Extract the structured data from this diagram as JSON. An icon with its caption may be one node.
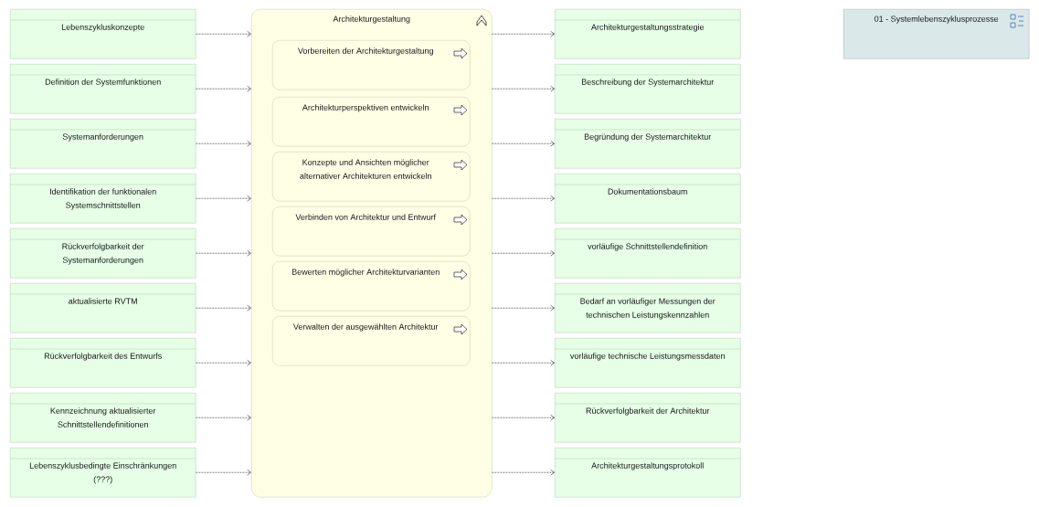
{
  "diagram": {
    "nodes": [
      {
        "text": [
          "Lebenszykluskonzepte"
        ]
      },
      {
        "text": [
          "Definition der Systemfunktionen"
        ]
      },
      {
        "text": [
          "Systemanforderungen"
        ]
      },
      {
        "text": [
          "Identifikation der funktionalen Systemschnittstellen"
        ]
      },
      {
        "text": [
          "Rückverfolgbarkeit der Systemanforderungen"
        ]
      },
      {
        "text": [
          "aktualisierte RVTM"
        ]
      },
      {
        "text": [
          "Rückverfolgbarkeit des Entwurfs"
        ]
      },
      {
        "text": [
          "Kennzeichnung aktualisierter Schnittstellendefinitionen"
        ]
      },
      {
        "text": [
          "Lebenszyklusbedingte Einschränkungen (???)"
        ]
      },
      {
        "text": [
          "Architekturgestaltung"
        ]
      },
      {
        "text": [
          "Vorbereiten der Architekturgestaltung"
        ],
        "in": 9
      },
      {
        "text": [
          "Architekturperspektiven entwickeln"
        ],
        "in": 9
      },
      {
        "text": [
          "Konzepte und Ansichten möglicher alternativer Architekturen entwickeln"
        ],
        "in": 9
      },
      {
        "text": [
          "Verbinden von Architektur und Entwurf"
        ],
        "in": 9
      },
      {
        "text": [
          "Bewerten möglicher Architekturvarianten"
        ],
        "in": 9
      },
      {
        "text": [
          "Verwalten der ausgewählten Architektur"
        ],
        "in": 9
      },
      {
        "text": [
          "Architekturgestaltungsstrategie"
        ]
      },
      {
        "text": [
          "Beschreibung der Systemarchitektur"
        ]
      },
      {
        "text": [
          "Begründung der Systemarchitektur"
        ]
      },
      {
        "text": [
          "Dokumentationsbaum"
        ]
      },
      {
        "text": [
          "vorläufige Schnittstellendefinition"
        ]
      },
      {
        "text": [
          "Bedarf an vorläufiger Messungen der technischen Leistungskennzahlen"
        ]
      },
      {
        "text": [
          "vorläufige technische Leistungsmessdaten"
        ]
      },
      {
        "text": [
          "Rückverfolgbarkeit der Architektur"
        ]
      },
      {
        "text": [
          "Architekturgestaltungsprotokoll"
        ]
      },
      {
        "text": [
          "01 - Systemlebenszyklusprozesse"
        ]
      }
    ],
    "edges": [
      {
        "from": 0,
        "to": 9,
        "arrow": "to",
        "style": "dashed"
      },
      {
        "from": 1,
        "to": 9,
        "arrow": "to",
        "style": "dashed"
      },
      {
        "from": 2,
        "to": 9,
        "arrow": "to",
        "style": "dashed"
      },
      {
        "from": 3,
        "to": 9,
        "arrow": "to",
        "style": "dashed"
      },
      {
        "from": 4,
        "to": 9,
        "arrow": "to",
        "style": "dashed"
      },
      {
        "from": 5,
        "to": 9,
        "arrow": "to",
        "style": "dashed"
      },
      {
        "from": 6,
        "to": 9,
        "arrow": "to",
        "style": "dashed"
      },
      {
        "from": 7,
        "to": 9,
        "arrow": "to",
        "style": "dashed"
      },
      {
        "from": 8,
        "to": 9,
        "arrow": "to",
        "style": "dashed"
      },
      {
        "from": 9,
        "to": 16,
        "arrow": "to",
        "style": "dashed"
      },
      {
        "from": 9,
        "to": 17,
        "arrow": "to",
        "style": "dashed"
      },
      {
        "from": 9,
        "to": 18,
        "arrow": "to",
        "style": "dashed"
      },
      {
        "from": 9,
        "to": 19,
        "arrow": "to",
        "style": "dashed"
      },
      {
        "from": 9,
        "to": 20,
        "arrow": "to",
        "style": "dashed"
      },
      {
        "from": 9,
        "to": 21,
        "arrow": "to",
        "style": "dashed"
      },
      {
        "from": 9,
        "to": 22,
        "arrow": "to",
        "style": "dashed"
      },
      {
        "from": 9,
        "to": 23,
        "arrow": "to",
        "style": "dashed"
      },
      {
        "from": 9,
        "to": 24,
        "arrow": "to",
        "style": "dashed"
      }
    ]
  }
}
